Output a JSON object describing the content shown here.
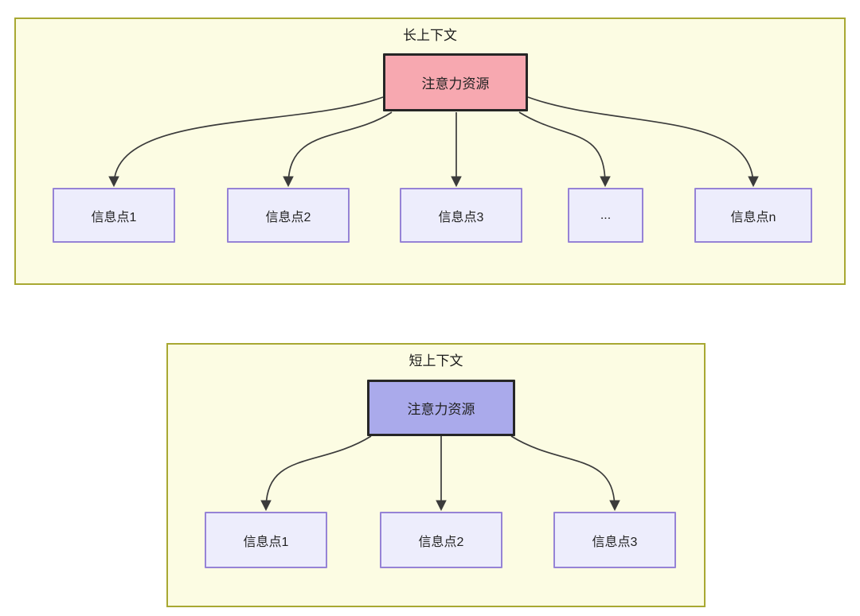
{
  "colors": {
    "panel_fill": "#FCFCE3",
    "panel_border": "#A8A832",
    "attention_long_fill": "#F7A8B0",
    "attention_short_fill": "#AAAAEB",
    "attention_border": "#262626",
    "info_fill": "#EDEDFC",
    "info_border": "#9683D6",
    "arrow": "#3B3B3B",
    "text": "#1A1A1A"
  },
  "sections": {
    "long": {
      "title": "长上下文",
      "attention_label": "注意力资源",
      "nodes": [
        "信息点1",
        "信息点2",
        "信息点3",
        "...",
        "信息点n"
      ]
    },
    "short": {
      "title": "短上下文",
      "attention_label": "注意力资源",
      "nodes": [
        "信息点1",
        "信息点2",
        "信息点3"
      ]
    }
  }
}
